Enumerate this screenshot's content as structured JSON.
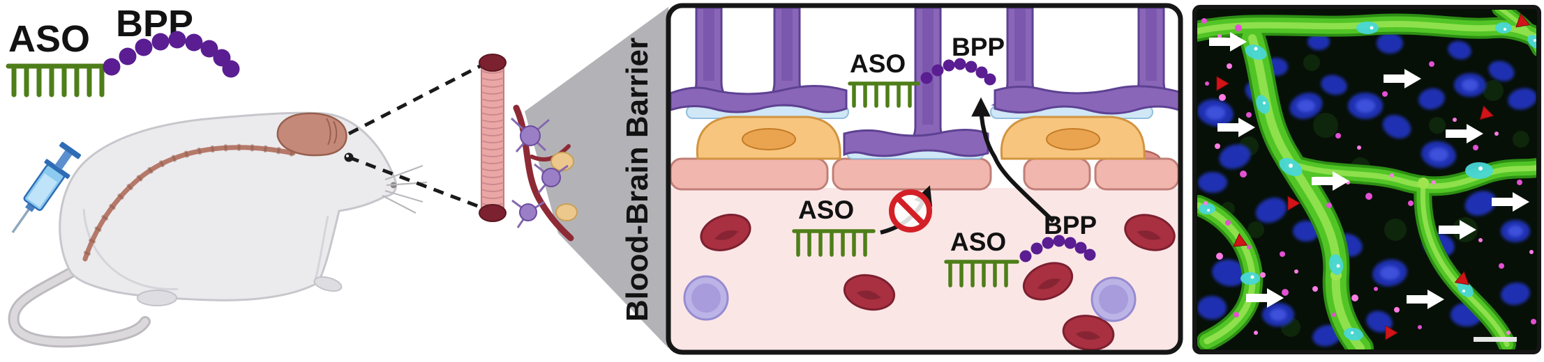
{
  "labels": {
    "conjugate_aso": "ASO",
    "conjugate_bpp": "BPP",
    "bbb": "Blood-Brain Barrier",
    "brain_aso": "ASO",
    "brain_bpp": "BPP",
    "blocked_aso": "ASO",
    "lumen_aso": "ASO",
    "lumen_bpp": "BPP"
  },
  "colors": {
    "aso_green": "#4E7E19",
    "bpp_purple": "#5A1D92",
    "astrocyte_purple": "#8A66B8",
    "pericyte_orange": "#F7C57E",
    "endothelium_pink": "#F1B6AE",
    "lumen_pink": "#FBE6E6",
    "rbc_red": "#A93040",
    "wbc_lavender": "#BCB4E6",
    "prohibition_red": "#D32027",
    "vessel_green": "#52C526",
    "nuclei_blue": "#2235C5",
    "puncta_magenta": "#E350D4"
  }
}
